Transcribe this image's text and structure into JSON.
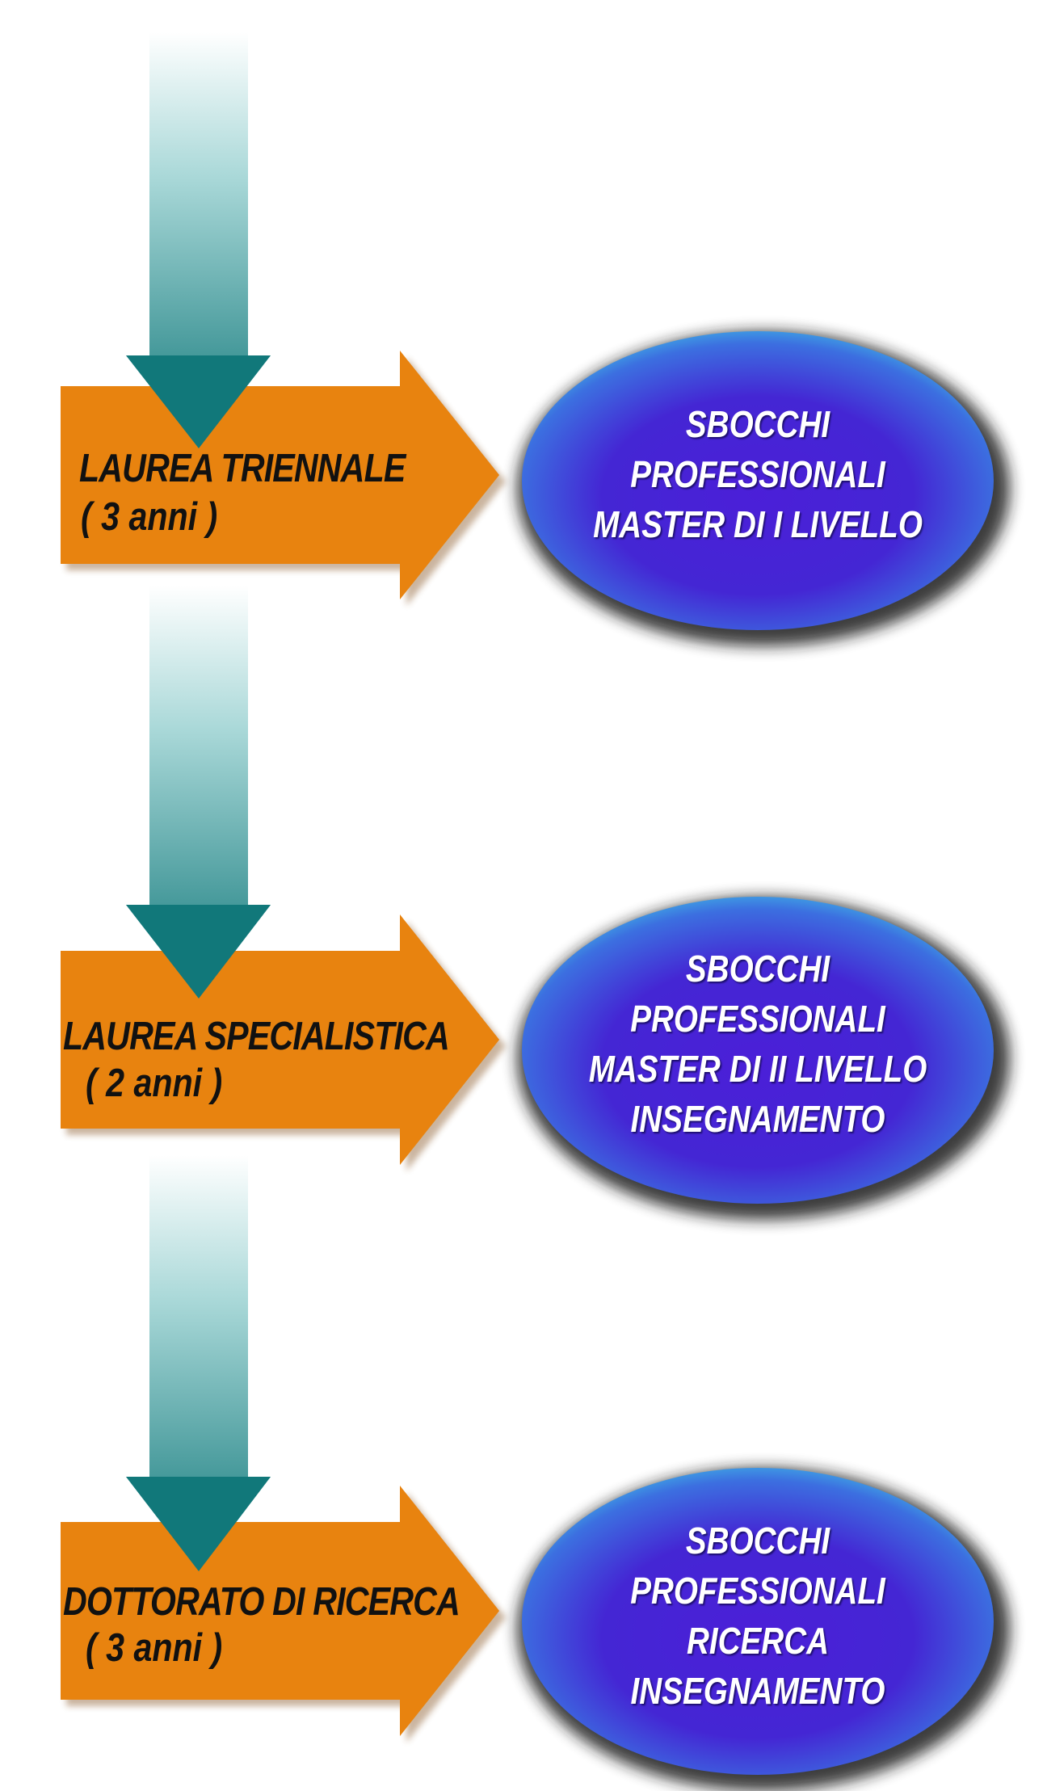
{
  "colors": {
    "down_arrow_top": "#ffffff",
    "down_arrow_bottom": "#11787a",
    "step_arrow": "#e8830f",
    "oval_center": "#4a20d6",
    "oval_edge": "#3fb4e0",
    "oval_shadow": "#1c1a1a"
  },
  "steps": [
    {
      "title": "LAUREA TRIENNALE",
      "duration": "( 3 anni )",
      "outcomes": [
        "SBOCCHI",
        "PROFESSIONALI",
        "MASTER DI I LIVELLO"
      ]
    },
    {
      "title": "LAUREA SPECIALISTICA",
      "duration": "( 2 anni )",
      "outcomes": [
        "SBOCCHI",
        "PROFESSIONALI",
        "MASTER DI II LIVELLO",
        "INSEGNAMENTO"
      ]
    },
    {
      "title": "DOTTORATO DI RICERCA",
      "duration": "( 3 anni )",
      "outcomes": [
        "SBOCCHI",
        "PROFESSIONALI",
        "RICERCA",
        "INSEGNAMENTO"
      ]
    }
  ]
}
